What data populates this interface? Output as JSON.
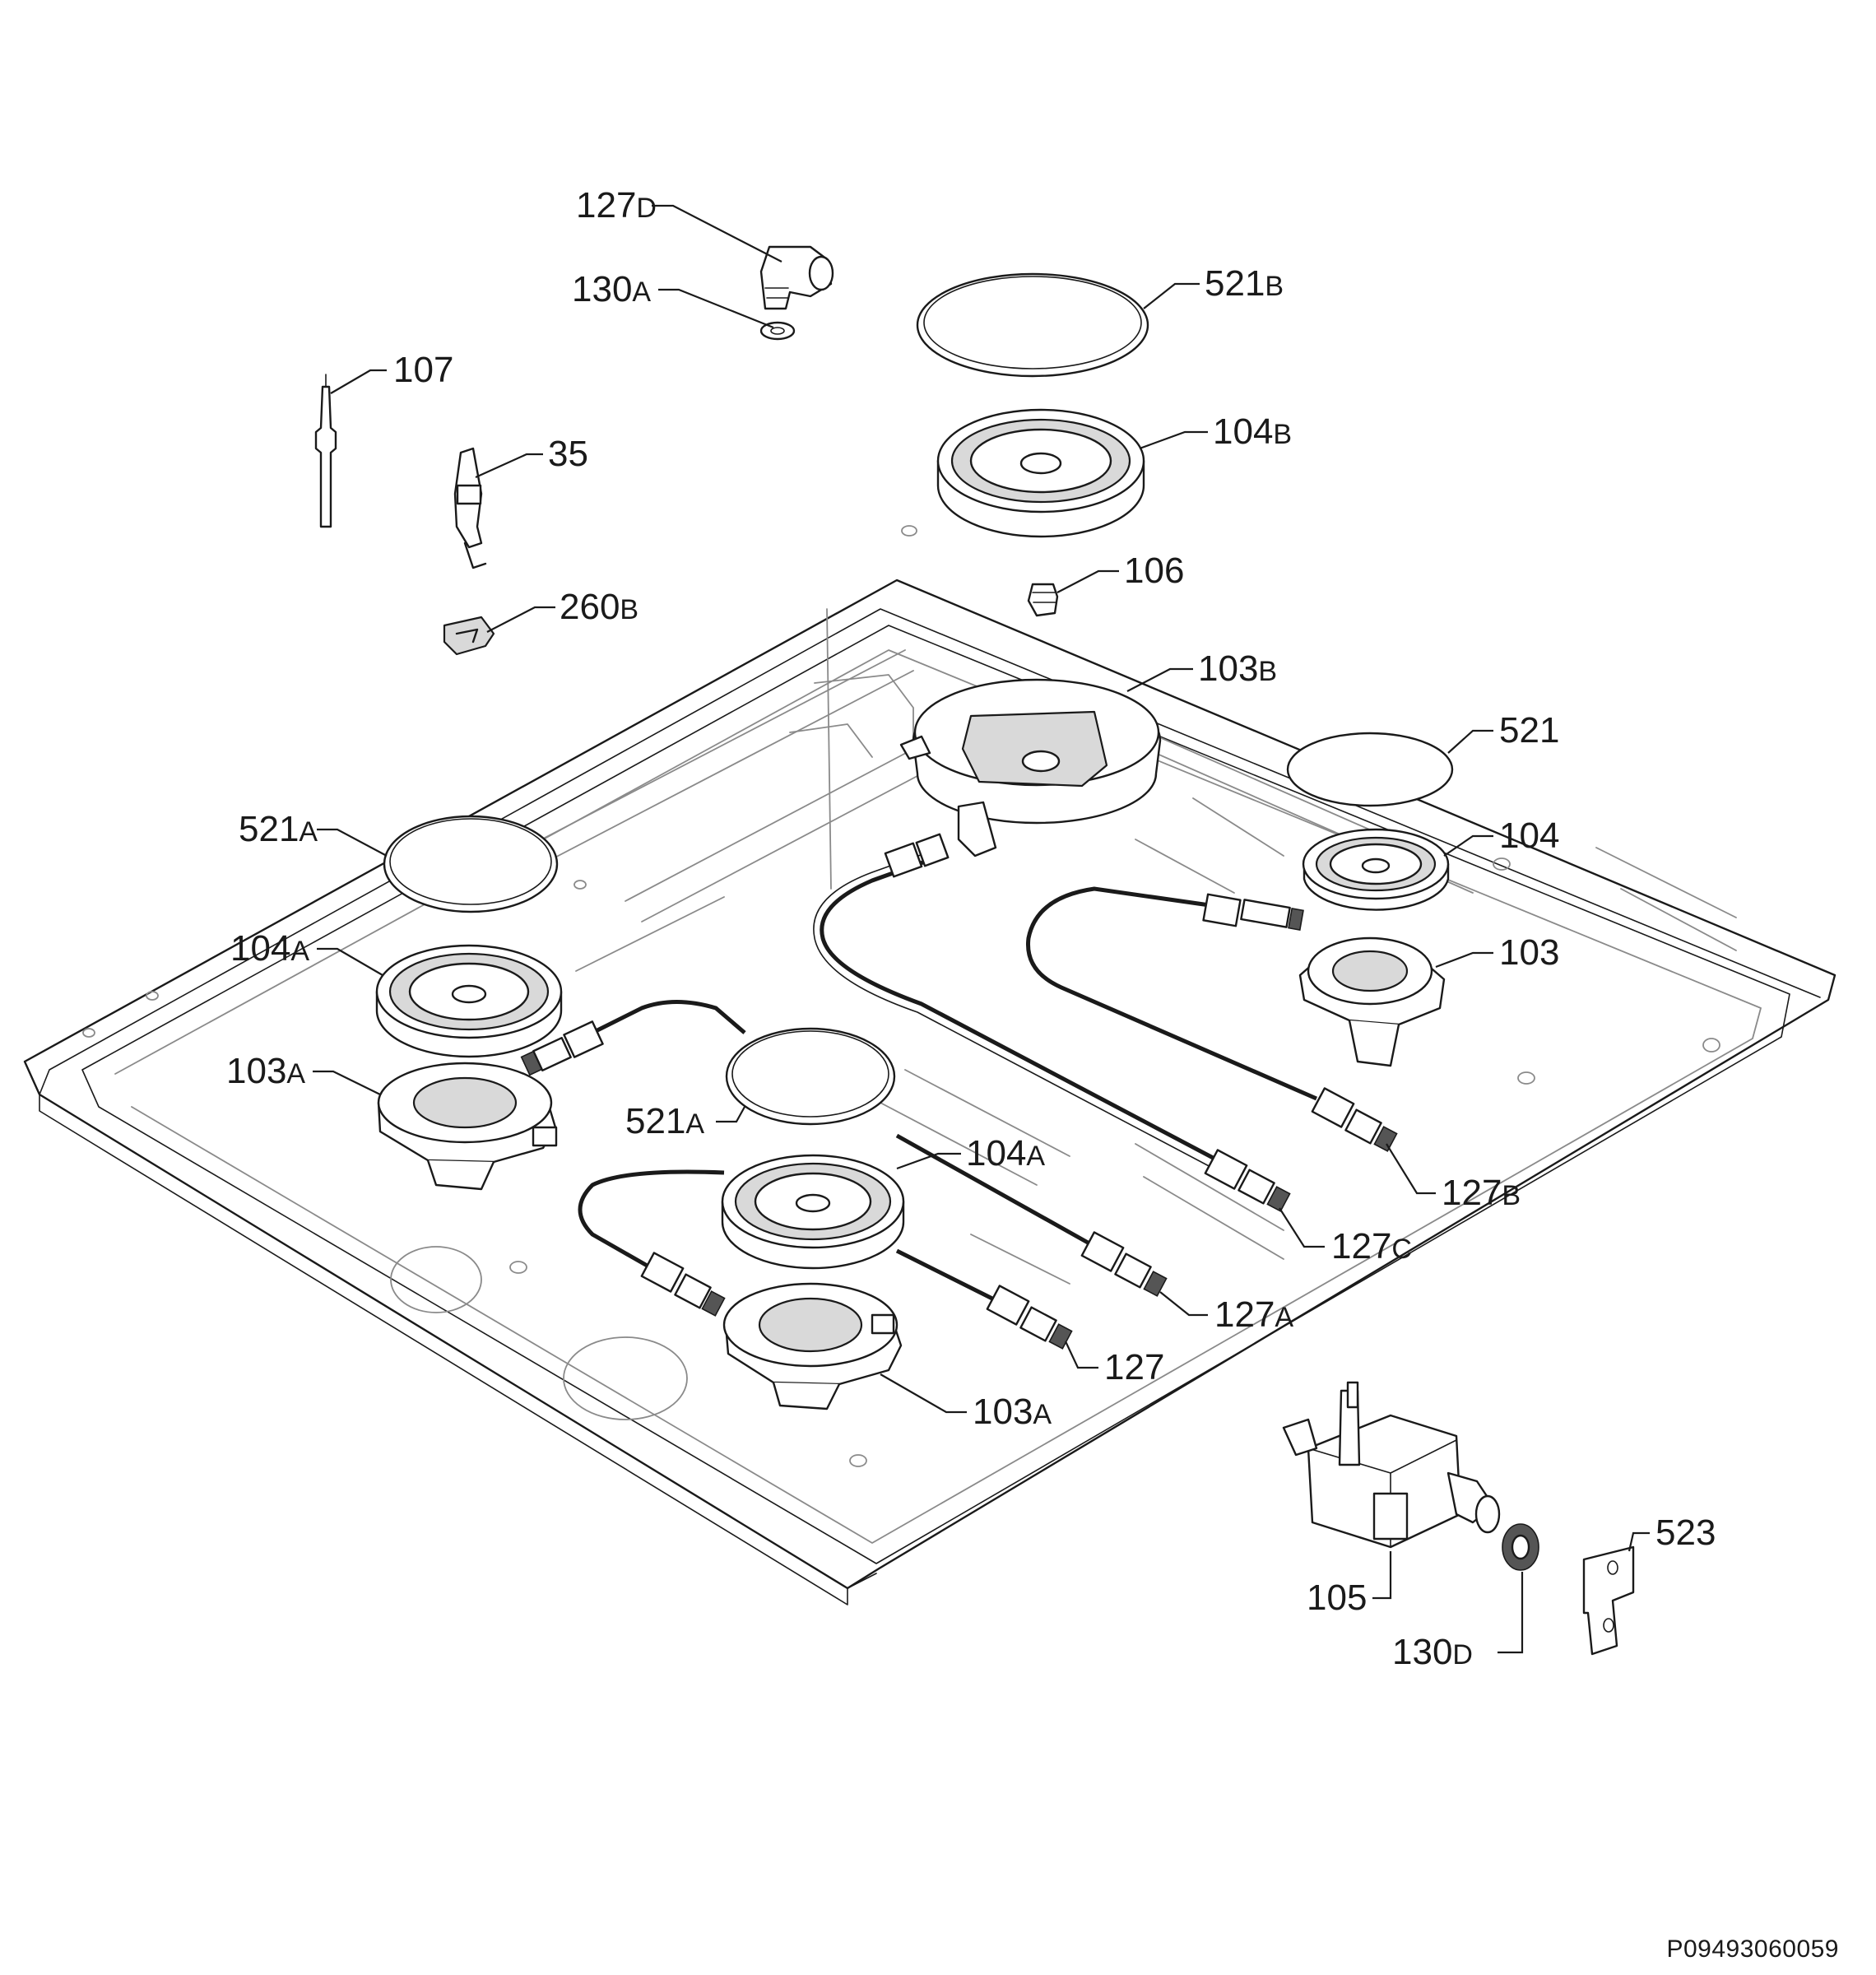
{
  "diagram": {
    "document_code": "P09493060059",
    "callouts": [
      {
        "id": "c-127d",
        "number": "127",
        "suffix": "D"
      },
      {
        "id": "c-130a",
        "number": "130",
        "suffix": "A"
      },
      {
        "id": "c-107",
        "number": "107",
        "suffix": ""
      },
      {
        "id": "c-35",
        "number": "35",
        "suffix": ""
      },
      {
        "id": "c-260b",
        "number": "260",
        "suffix": "B"
      },
      {
        "id": "c-521b",
        "number": "521",
        "suffix": "B"
      },
      {
        "id": "c-104b",
        "number": "104",
        "suffix": "B"
      },
      {
        "id": "c-106",
        "number": "106",
        "suffix": ""
      },
      {
        "id": "c-103b",
        "number": "103",
        "suffix": "B"
      },
      {
        "id": "c-521",
        "number": "521",
        "suffix": ""
      },
      {
        "id": "c-104",
        "number": "104",
        "suffix": ""
      },
      {
        "id": "c-103",
        "number": "103",
        "suffix": ""
      },
      {
        "id": "c-521a-l",
        "number": "521",
        "suffix": "A"
      },
      {
        "id": "c-104a-l",
        "number": "104",
        "suffix": "A"
      },
      {
        "id": "c-103a-l",
        "number": "103",
        "suffix": "A"
      },
      {
        "id": "c-521a-m",
        "number": "521",
        "suffix": "A"
      },
      {
        "id": "c-104a-m",
        "number": "104",
        "suffix": "A"
      },
      {
        "id": "c-127b",
        "number": "127",
        "suffix": "B"
      },
      {
        "id": "c-127c",
        "number": "127",
        "suffix": "C"
      },
      {
        "id": "c-127a",
        "number": "127",
        "suffix": "A"
      },
      {
        "id": "c-127",
        "number": "127",
        "suffix": ""
      },
      {
        "id": "c-103a-m",
        "number": "103",
        "suffix": "A"
      },
      {
        "id": "c-523",
        "number": "523",
        "suffix": ""
      },
      {
        "id": "c-105",
        "number": "105",
        "suffix": ""
      },
      {
        "id": "c-130d",
        "number": "130",
        "suffix": "D"
      }
    ]
  }
}
